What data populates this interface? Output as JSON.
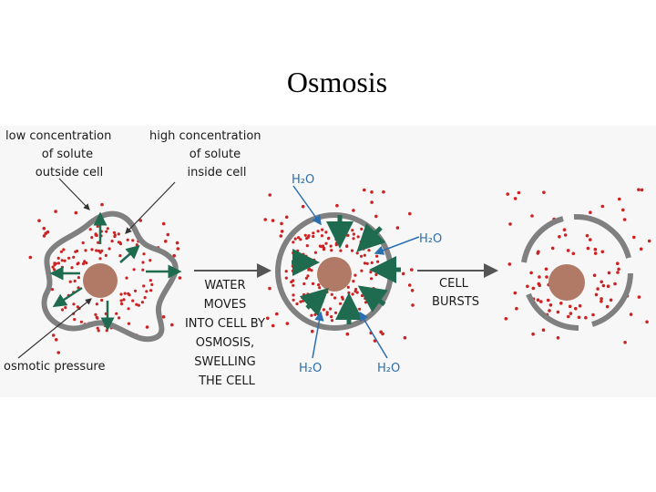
{
  "slide": {
    "title": "Osmosis"
  },
  "diagram": {
    "labels": {
      "low_conc": [
        "low concentration",
        "of solute",
        "outside cell"
      ],
      "high_conc": [
        "high concentration",
        "of solute",
        "inside cell"
      ],
      "osmotic_pressure": "osmotic pressure",
      "water_moves": [
        "WATER",
        "MOVES",
        "INTO CELL BY",
        "OSMOSIS,",
        "SWELLING",
        "THE CELL"
      ],
      "cell_bursts": [
        "CELL",
        "BURSTS"
      ],
      "h2o": "H₂O"
    },
    "colors": {
      "solute_dot": "#cc2222",
      "membrane": "#808080",
      "nucleus": "#b07a66",
      "water_arrow": "#1f6b4f",
      "h2o_label": "#2a6fb0",
      "step_arrow": "#555555"
    },
    "icons": [
      "solute-dot",
      "water-arrow",
      "process-arrow"
    ]
  }
}
